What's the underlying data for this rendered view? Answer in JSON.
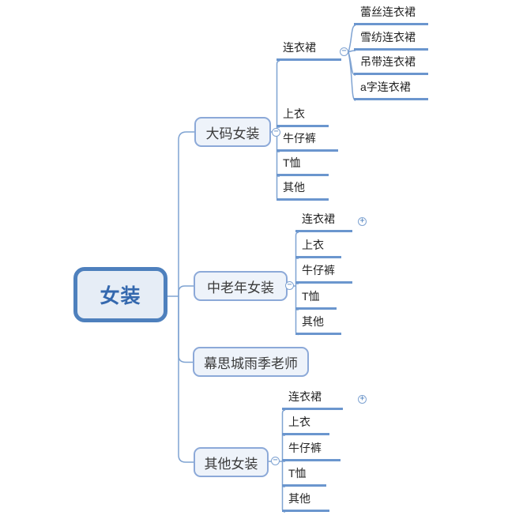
{
  "colors": {
    "root_border": "#4E80BD",
    "root_fill": "#E6EDF6",
    "root_text": "#3468AE",
    "branch_border": "#8CA9D8",
    "branch_fill": "#EEF3FA",
    "branch_text": "#3A3A3A",
    "connector": "#7FA3D2",
    "leaf_underline": "#6B96CE",
    "leaf_text": "#222222",
    "background": "#FFFFFF"
  },
  "icons": {
    "collapse": "−",
    "expand": "+"
  },
  "root": {
    "label": "女装"
  },
  "branches": [
    {
      "label": "大码女装",
      "toggle": "minus",
      "children": [
        {
          "label": "连衣裙",
          "toggle": "minus",
          "children": [
            "蕾丝连衣裙",
            "雪纺连衣裙",
            "吊带连衣裙",
            "a字连衣裙"
          ]
        },
        {
          "label": "上衣"
        },
        {
          "label": "牛仔裤"
        },
        {
          "label": "T恤"
        },
        {
          "label": "其他"
        }
      ]
    },
    {
      "label": "中老年女装",
      "toggle": "minus",
      "children": [
        {
          "label": "连衣裙",
          "toggle": "plus"
        },
        {
          "label": "上衣"
        },
        {
          "label": "牛仔裤"
        },
        {
          "label": "T恤"
        },
        {
          "label": "其他"
        }
      ]
    },
    {
      "label": "幕思城雨季老师"
    },
    {
      "label": "其他女装",
      "toggle": "minus",
      "children": [
        {
          "label": "连衣裙",
          "toggle": "plus"
        },
        {
          "label": "上衣"
        },
        {
          "label": "牛仔裤"
        },
        {
          "label": "T恤"
        },
        {
          "label": "其他"
        }
      ]
    }
  ]
}
